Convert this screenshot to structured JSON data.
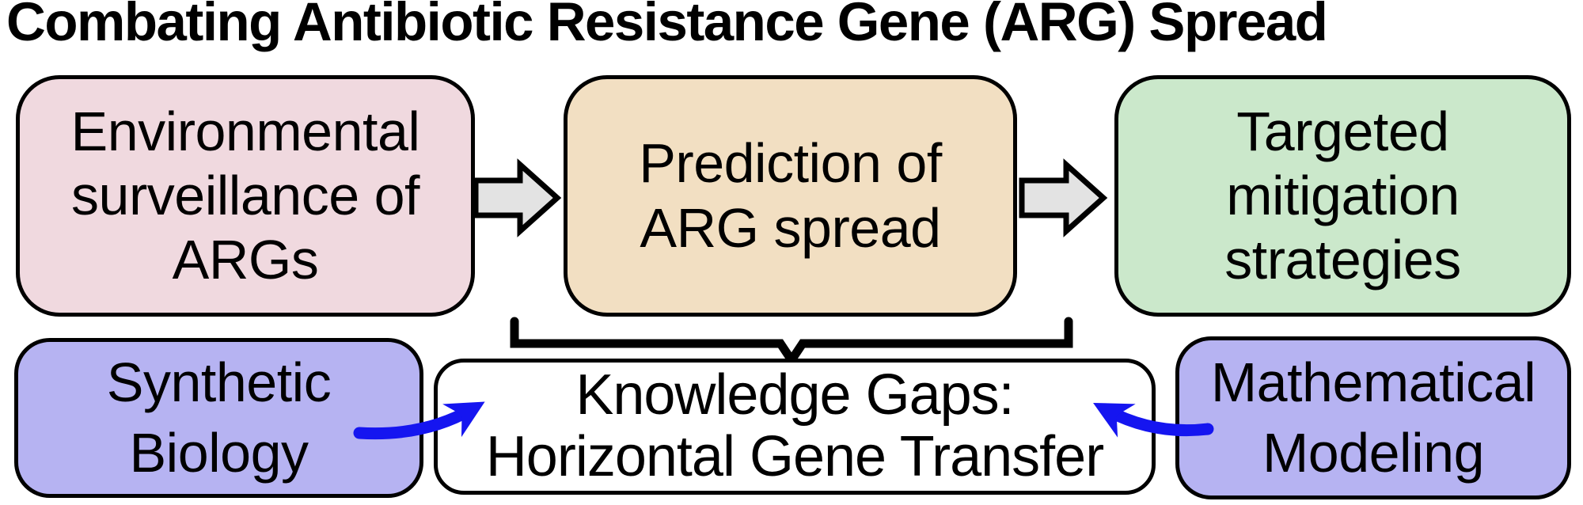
{
  "title": "Combating Antibiotic Resistance Gene (ARG) Spread",
  "boxes": {
    "surveillance": {
      "label": "Environmental\nsurveillance of\nARGs",
      "fill": "#f0d9df"
    },
    "prediction": {
      "label": "Prediction of\nARG spread",
      "fill": "#f2dfc2"
    },
    "mitigation": {
      "label": "Targeted\nmitigation\nstrategies",
      "fill": "#cbe8cb"
    },
    "synthetic_biology": {
      "label": "Synthetic\nBiology",
      "fill": "#b6b3f2"
    },
    "knowledge_gaps": {
      "label": "Knowledge Gaps:\nHorizontal Gene Transfer",
      "fill": "#ffffff"
    },
    "mathematical_modeling": {
      "label": "Mathematical\nModeling",
      "fill": "#b6b3f2"
    }
  },
  "icons": {
    "flow_arrow": "right-block-arrow",
    "brace": "downward-pointing-brace",
    "influence_arrow_left": "curved-arrow-up-right",
    "influence_arrow_right": "curved-arrow-up-left"
  },
  "colors": {
    "background": "#ffffff",
    "outline": "#000000",
    "text": "#000000",
    "flow_arrow_fill": "#e3e3e3",
    "influence_arrow": "#1515f0"
  }
}
